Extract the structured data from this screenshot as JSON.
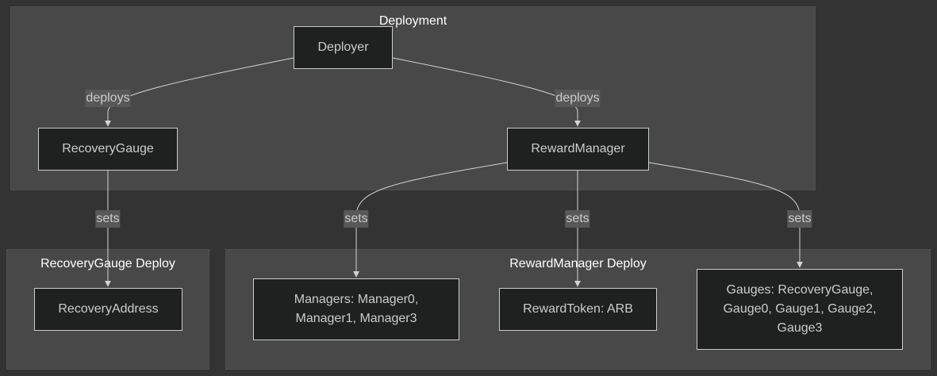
{
  "clusters": {
    "deployment": "Deployment",
    "recovery_deploy": "RecoveryGauge Deploy",
    "reward_deploy": "RewardManager Deploy"
  },
  "nodes": {
    "deployer": "Deployer",
    "recovery_gauge": "RecoveryGauge",
    "reward_manager": "RewardManager",
    "recovery_address": "RecoveryAddress",
    "managers_line1": "Managers: Manager0,",
    "managers_line2": "Manager1, Manager3",
    "reward_token": "RewardToken: ARB",
    "gauges_line1": "Gauges: RecoveryGauge,",
    "gauges_line2": "Gauge0, Gauge1, Gauge2,",
    "gauges_line3": "Gauge3"
  },
  "edges": {
    "deploys_recovery": "deploys",
    "deploys_reward": "deploys",
    "sets_recovery_address": "sets",
    "sets_managers": "sets",
    "sets_reward_token": "sets",
    "sets_gauges": "sets"
  },
  "colors": {
    "background": "#333333",
    "cluster_fill": "#474847",
    "node_fill": "#1f2020",
    "node_stroke": "#cccccc",
    "edge": "#d3d3d3",
    "label_fill": "#585858"
  }
}
